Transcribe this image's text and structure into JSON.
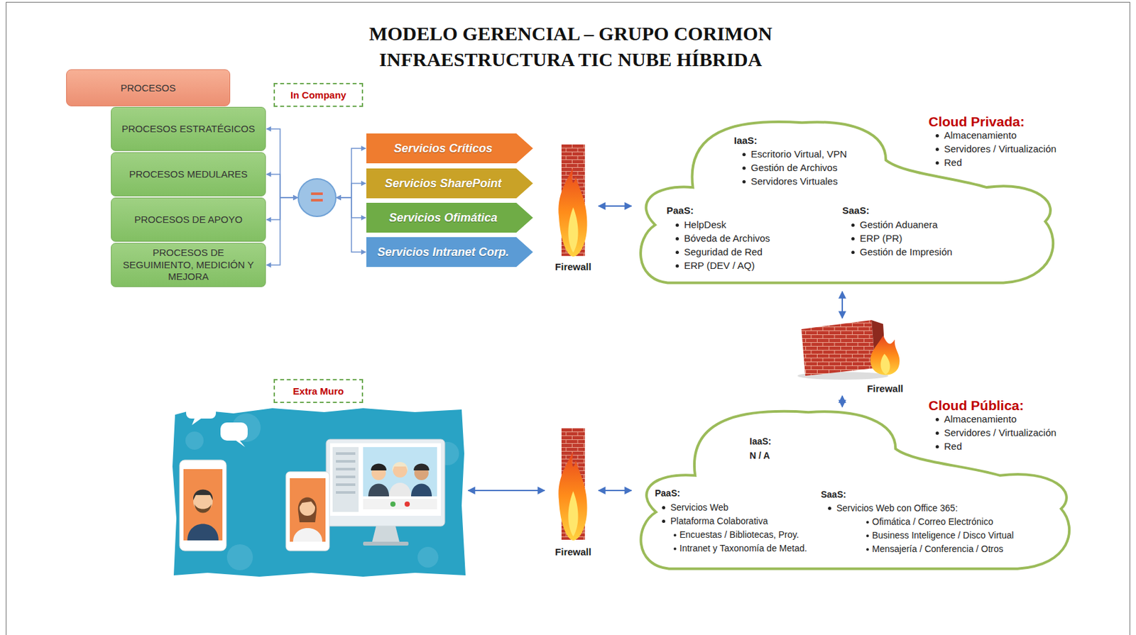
{
  "diagram": {
    "title": "MODELO GERENCIAL – GRUPO CORIMON INFRAESTRUCTURA TIC NUBE HÍBRIDA",
    "nodes": [
      {
        "text": [
          "PROCESOS"
        ]
      },
      {
        "text": [
          "In Company"
        ]
      },
      {
        "text": [
          "PROCESOS ESTRATÉGICOS"
        ]
      },
      {
        "text": [
          "PROCESOS MEDULARES"
        ]
      },
      {
        "text": [
          "PROCESOS DE APOYO"
        ]
      },
      {
        "text": [
          "PROCESOS DE SEGUIMIENTO, MEDICIÓN Y MEJORA"
        ]
      },
      {
        "text": [
          "="
        ]
      },
      {
        "text": [
          "Servicios Críticos"
        ]
      },
      {
        "text": [
          "Servicios SharePoint"
        ]
      },
      {
        "text": [
          "Servicios Ofimática"
        ]
      },
      {
        "text": [
          "Servicios Intranet Corp."
        ]
      },
      {
        "text": [
          "Firewall"
        ]
      },
      {
        "text": [
          "IaaS:",
          "Escritorio Virtual, VPN",
          "Gestión de Archivos",
          "Servidores Virtuales",
          "PaaS:",
          "HelpDesk",
          "Bóveda de Archivos",
          "Seguridad de Red",
          "ERP (DEV / AQ)",
          "SaaS:",
          "Gestión Aduanera",
          "ERP (PR)",
          "Gestión de Impresión"
        ]
      },
      {
        "text": [
          "Firewall"
        ]
      },
      {
        "text": [
          "Extra Muro"
        ]
      },
      {
        "text": [
          "Firewall"
        ]
      },
      {
        "text": [
          "IaaS:",
          "N / A",
          "PaaS:",
          "Servicios Web",
          "Plataforma Colaborativa",
          "Encuestas / Bibliotecas, Proy.",
          "Intranet y Taxonomía de Metad.",
          "SaaS:",
          "Servicios Web con Office 365:",
          "Ofimática / Correo Electrónico",
          "Business Inteligence / Disco Virtual",
          "Mensajería / Conferencia / Otros"
        ]
      }
    ],
    "edges": [
      {
        "from": 6,
        "to": 2,
        "arrow": "both"
      },
      {
        "from": 6,
        "to": 3,
        "arrow": "both"
      },
      {
        "from": 6,
        "to": 4,
        "arrow": "both"
      },
      {
        "from": 6,
        "to": 5,
        "arrow": "both"
      },
      {
        "from": 6,
        "to": 7,
        "arrow": "both"
      },
      {
        "from": 6,
        "to": 8,
        "arrow": "both"
      },
      {
        "from": 6,
        "to": 9,
        "arrow": "both"
      },
      {
        "from": 6,
        "to": 10,
        "arrow": "both"
      },
      {
        "from": 11,
        "to": 12,
        "arrow": "both"
      },
      {
        "from": 12,
        "to": 13,
        "arrow": "both"
      },
      {
        "from": 13,
        "to": 16,
        "arrow": "both"
      },
      {
        "from": 15,
        "to": 16,
        "arrow": "both"
      }
    ],
    "labels": [
      "Cloud Privada:",
      "Almacenamiento",
      "Servidores / Virtualización",
      "Red",
      "Cloud Pública:",
      "Almacenamiento",
      "Servidores / Virtualización",
      "Red"
    ]
  }
}
